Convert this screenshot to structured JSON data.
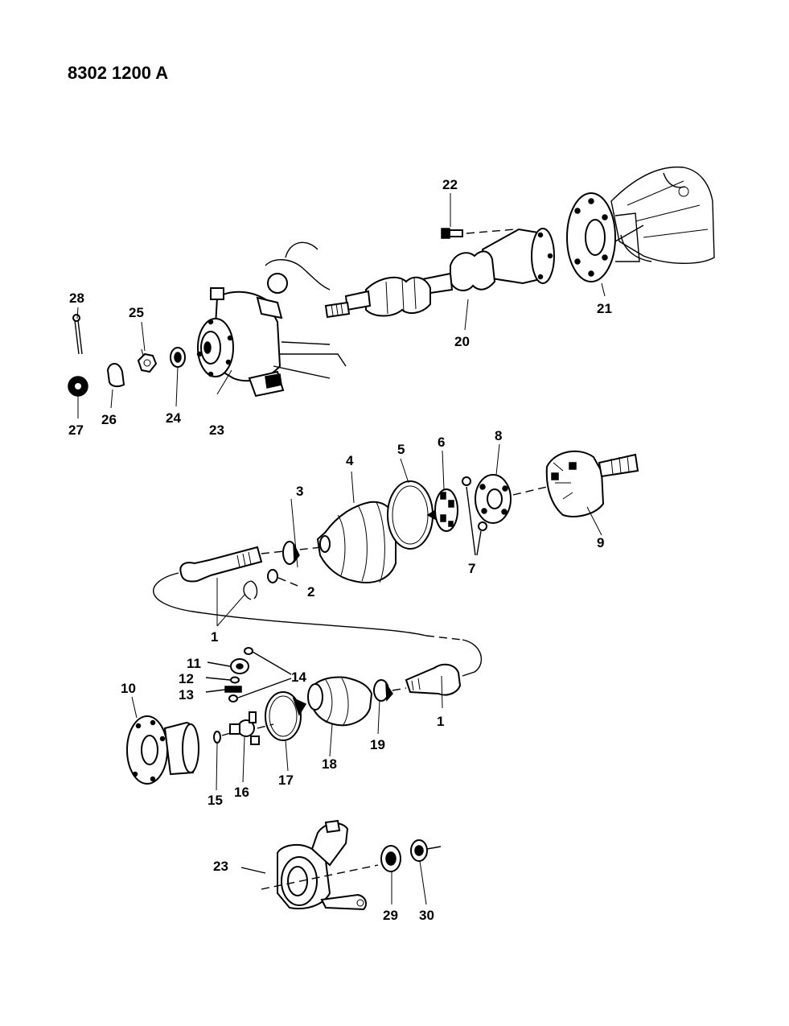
{
  "doc": {
    "code": "8302 1200 A"
  },
  "labels": {
    "n1": "1",
    "n2": "2",
    "n3": "3",
    "n4": "4",
    "n5": "5",
    "n6": "6",
    "n7": "7",
    "n8": "8",
    "n9": "9",
    "n10": "10",
    "n11": "11",
    "n12": "12",
    "n13": "13",
    "n14": "14",
    "n15": "15",
    "n16": "16",
    "n17": "17",
    "n18": "18",
    "n19": "19",
    "n20": "20",
    "n21": "21",
    "n22": "22",
    "n23": "23",
    "n24": "24",
    "n25": "25",
    "n26": "26",
    "n27": "27",
    "n28": "28",
    "n29": "29",
    "n30": "30"
  }
}
